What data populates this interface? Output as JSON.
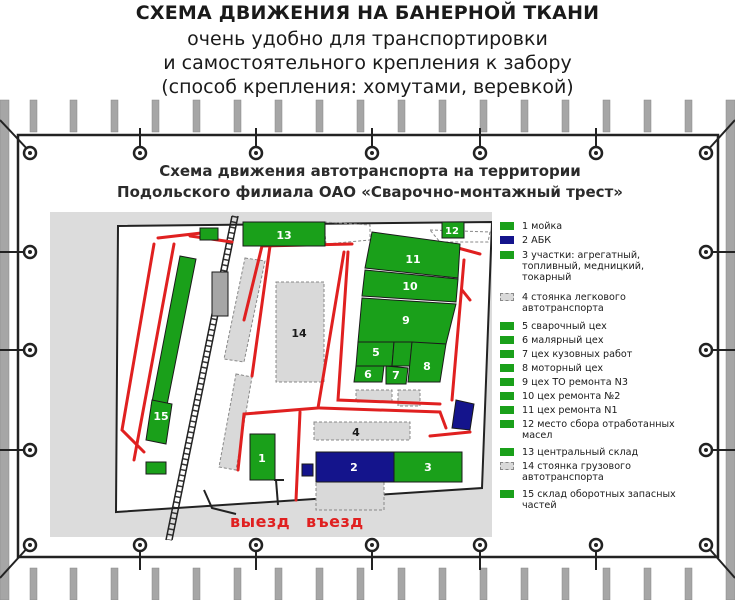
{
  "header": {
    "title": "СХЕМА ДВИЖЕНИЯ НА БАНЕРНОЙ ТКАНИ",
    "line1": "очень удобно для транспортировки",
    "line2": "и самостоятельного крепления к забору",
    "line3": "(способ крепления: хомутами, веревкой)"
  },
  "banner": {
    "title_line1": "Схема движения автотранспорта на территории",
    "title_line2": "Подольского филиала ОАО «Сварочно-монтажный трест»"
  },
  "colors": {
    "green": "#1aa01a",
    "navy": "#14148c",
    "road": "#e02020",
    "parking": "#d9d9d9",
    "fence": "#a6a6a6",
    "grommet": "#222222"
  },
  "buildings": {
    "b1": "1",
    "b2": "2",
    "b3": "3",
    "b4": "4",
    "b5": "5",
    "b6": "6",
    "b7": "7",
    "b8": "8",
    "b9": "9",
    "b10": "10",
    "b11": "11",
    "b12": "12",
    "b13": "13",
    "b14": "14",
    "b15": "15"
  },
  "roads": {
    "exit": "выезд",
    "entry": "въезд"
  },
  "legend": [
    {
      "label": "1 мойка",
      "kind": "green"
    },
    {
      "label": "2 АБК",
      "kind": "navy"
    },
    {
      "label": "3 участки: агрегатный, топливный, медницкий, токарный",
      "kind": "green"
    },
    {
      "label": "4 стоянка легкового автотранспорта",
      "kind": "parking"
    },
    {
      "label": "5 сварочный цех",
      "kind": "green"
    },
    {
      "label": "6 малярный цех",
      "kind": "green"
    },
    {
      "label": "7 цех кузовных работ",
      "kind": "green"
    },
    {
      "label": "8 моторный цех",
      "kind": "green"
    },
    {
      "label": "9 цех ТО ремонта N3",
      "kind": "green"
    },
    {
      "label": "10 цех ремонта №2",
      "kind": "green"
    },
    {
      "label": "11 цех ремонта N1",
      "kind": "green"
    },
    {
      "label": "12 место сбора отработанных масел",
      "kind": "green"
    },
    {
      "label": "13 центральный склад",
      "kind": "green"
    },
    {
      "label": "14 стоянка грузового автотранспорта",
      "kind": "parking"
    },
    {
      "label": "15 склад оборотных запасных частей",
      "kind": "green"
    }
  ]
}
